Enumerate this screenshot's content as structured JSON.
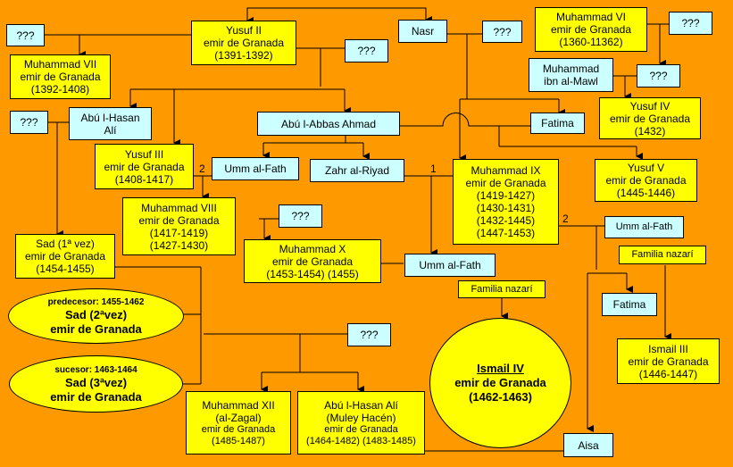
{
  "diagram": {
    "title": "Family tree of the Nasrid emirs of Granada",
    "colors": {
      "background": "#ff9900",
      "ruler_box": "#ffff00",
      "relative_box": "#ccffff",
      "line": "#000000"
    },
    "nodes": {
      "unk_topleft": [
        "???"
      ],
      "yusuf2": [
        "Yusuf II",
        "emir de Granada",
        "(1391-1392)"
      ],
      "nasr": [
        "Nasr"
      ],
      "unk_nasr": [
        "???"
      ],
      "muhammad6": [
        "Muhammad VI",
        "emir de Granada",
        "(1360-11362)"
      ],
      "unk_m6": [
        "???"
      ],
      "unk_yusuf2": [
        "???"
      ],
      "muhammad7": [
        "Muhammad VII",
        "emir de Granada",
        "(1392-1408)"
      ],
      "ibn_mawl": [
        "Muhammad",
        "ibn al-Mawl"
      ],
      "unk_mawl": [
        "???"
      ],
      "unk_left": [
        "???"
      ],
      "abulhasan_ali": [
        "Abú l-Hasan",
        "Alí"
      ],
      "abulabbas": [
        "Abú l-Abbas Ahmad"
      ],
      "fatima1": [
        "Fatima"
      ],
      "yusuf4": [
        "Yusuf IV",
        "emir de Granada",
        "(1432)"
      ],
      "yusuf3": [
        "Yusuf III",
        "emir de Granada",
        "(1408-1417)"
      ],
      "ummalfath1": [
        "Umm al-Fath"
      ],
      "zahr": [
        "Zahr al-Riyad"
      ],
      "muhammad9": [
        "Muhammad IX",
        "emir de Granada",
        "(1419-1427)",
        "(1430-1431)",
        "(1432-1445)",
        "(1447-1453)"
      ],
      "yusuf5": [
        "Yusuf V",
        "emir de Granada",
        "(1445-1446)"
      ],
      "muhammad8": [
        "Muhammad VIII",
        "emir de Granada",
        "(1417-1419)",
        "(1427-1430)"
      ],
      "unk_m8": [
        "???"
      ],
      "ummalfath3": [
        "Umm al-Fath"
      ],
      "familia1": [
        "Familia nazarí"
      ],
      "sad1": [
        "Sad (1ª vez)",
        "emir de Granada",
        "(1454-1455)"
      ],
      "muhammad10": [
        "Muhammad X",
        "emir de Granada",
        "(1453-1454) (1455)"
      ],
      "ummalfath2": [
        "Umm al-Fath"
      ],
      "familia2": [
        "Familia nazarí"
      ],
      "fatima2": [
        "Fatima"
      ],
      "sad2": [
        "predecesor: 1455-1462",
        "Sad (2ªvez)",
        "emir de Granada"
      ],
      "unk_sad": [
        "???"
      ],
      "sad3": [
        "sucesor: 1463-1464",
        "Sad (3ªvez)",
        "emir de Granada"
      ],
      "ismail4": [
        "Ismail IV",
        "emir de Granada",
        "(1462-1463)"
      ],
      "ismail3": [
        "Ismail III",
        "emir de Granada",
        "(1446-1447)"
      ],
      "muhammad12": [
        "Muhammad XII",
        "(al-Zagal)",
        "emir de Granada",
        "(1485-1487)"
      ],
      "abulhasan_muley": [
        "Abú l-Hasan Alí",
        "(Muley Hacén)",
        "emir de Granada",
        "(1464-1482) (1483-1485)"
      ],
      "aisa": [
        "Aisa"
      ]
    },
    "marriage_labels": {
      "yusuf3_ummalfath": "2",
      "zahr_muhammad9": "1",
      "muhammad9_ummalfath": "2"
    }
  }
}
